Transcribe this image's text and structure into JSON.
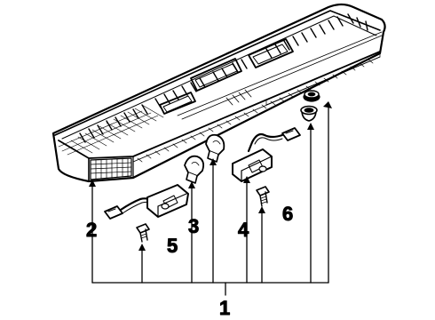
{
  "diagram": {
    "callouts": {
      "assembly": "1",
      "bulb_left": "2",
      "bulb_mid": "3",
      "socket_right": "4",
      "socket_left": "5",
      "grommet": "6"
    }
  },
  "colors": {
    "ink": "#000000",
    "paper": "#ffffff"
  }
}
